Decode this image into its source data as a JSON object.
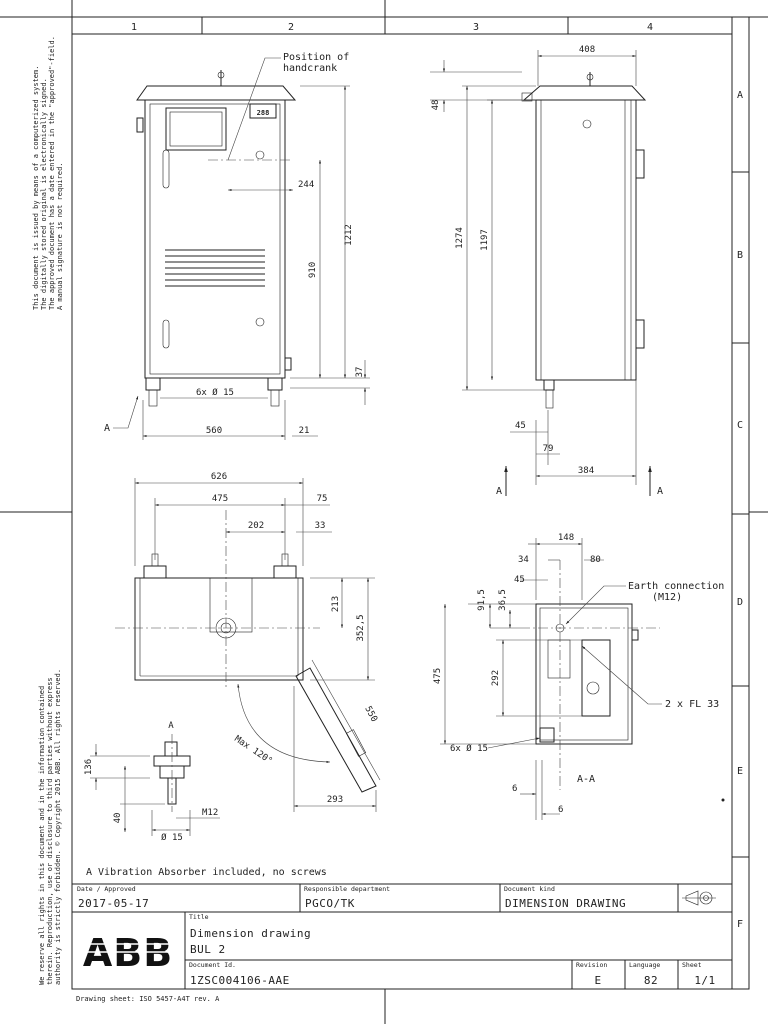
{
  "grid": {
    "columns": [
      "1",
      "2",
      "3",
      "4"
    ],
    "rows": [
      "A",
      "B",
      "C",
      "D",
      "E",
      "F"
    ]
  },
  "side_notes": {
    "top": [
      "This document is issued by means of a computerized system.",
      "The digitally stored original is electronically signed.",
      "The approved document has a date entered in the \"approved\"-field.",
      "A manual signature is not required."
    ],
    "bottom": [
      "We reserve all rights in this document and in the information contained",
      "therein. Reproduction, use or disclosure to third parties without express",
      "authority is strictly forbidden. © Copyright 2015 ABB. All rights reserved."
    ]
  },
  "annotations": {
    "handcrank": "Position of\nhandcrank",
    "earth": "Earth connection\n(M12)",
    "fl33": "2 x FL 33",
    "holes_front": "6x Ø 15",
    "holes_base": "6x Ø 15",
    "max_angle": "Max 120°",
    "section_a": "A",
    "section_aa": "A-A",
    "vibration_note": "A Vibration Absorber included, no screws",
    "display": "288"
  },
  "dimensions": {
    "front": {
      "height_total": "1212",
      "height_handcrank": "910",
      "handcrank_offset": "244",
      "width": "560",
      "side_21": "21",
      "bottom_37": "37"
    },
    "side": {
      "width_top": "408",
      "top_48": "48",
      "height_1274": "1274",
      "height_1197": "1197",
      "d45": "45",
      "d79": "79",
      "d384": "384"
    },
    "plan": {
      "w626": "626",
      "w475": "475",
      "w75": "75",
      "w202": "202",
      "w33": "33",
      "d213": "213",
      "d352": "352,5",
      "door550": "550",
      "d293": "293"
    },
    "detail": {
      "h136": "136",
      "h40": "40",
      "thread": "M12",
      "dia": "Ø 15"
    },
    "base": {
      "w148": "148",
      "w34": "34",
      "w80": "80",
      "w45": "45",
      "h91": "91,5",
      "h36": "36,5",
      "h475": "475",
      "h292": "292",
      "d6a": "6",
      "d6b": "6"
    }
  },
  "title_block": {
    "date_label": "Date / Approved",
    "date": "2017-05-17",
    "dept_label": "Responsible department",
    "dept": "PGCO/TK",
    "kind_label": "Document kind",
    "kind": "DIMENSION DRAWING",
    "title_label": "Title",
    "title1": "Dimension drawing",
    "title2": "BUL 2",
    "docid_label": "Document Id.",
    "docid": "1ZSC004106-AAE",
    "rev_label": "Revision",
    "rev": "E",
    "lang_label": "Language",
    "lang": "82",
    "sheet_label": "Sheet",
    "sheet": "1/1",
    "logo": "ABB"
  },
  "footer": "Drawing sheet: ISO 5457-A4T rev. A"
}
